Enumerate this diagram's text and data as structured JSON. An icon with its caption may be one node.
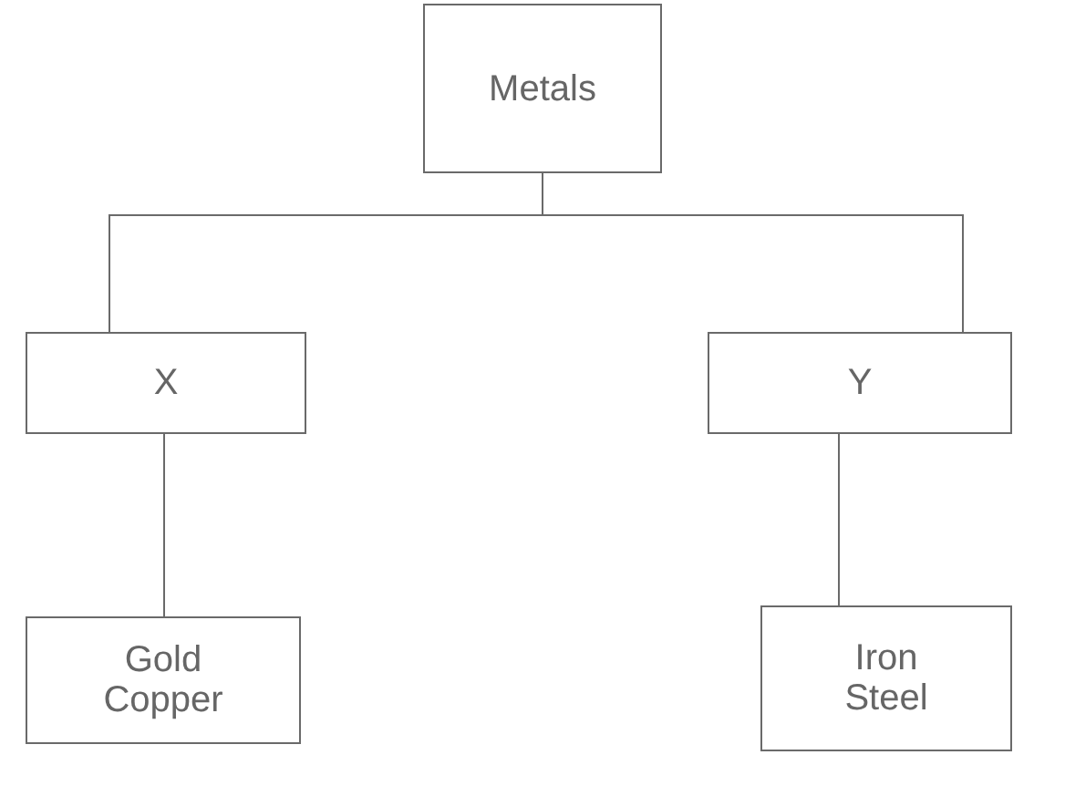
{
  "diagram": {
    "nodes": [
      {
        "text": [
          "Metals"
        ]
      },
      {
        "text": [
          "X"
        ]
      },
      {
        "text": [
          "Y"
        ]
      },
      {
        "text": [
          "Gold",
          "Copper"
        ]
      },
      {
        "text": [
          "Iron",
          "Steel"
        ]
      }
    ],
    "edges": [
      {
        "from": 0,
        "to": 1,
        "arrow": "none"
      },
      {
        "from": 0,
        "to": 2,
        "arrow": "none"
      },
      {
        "from": 1,
        "to": 3,
        "arrow": "none"
      },
      {
        "from": 2,
        "to": 4,
        "arrow": "none"
      }
    ]
  }
}
